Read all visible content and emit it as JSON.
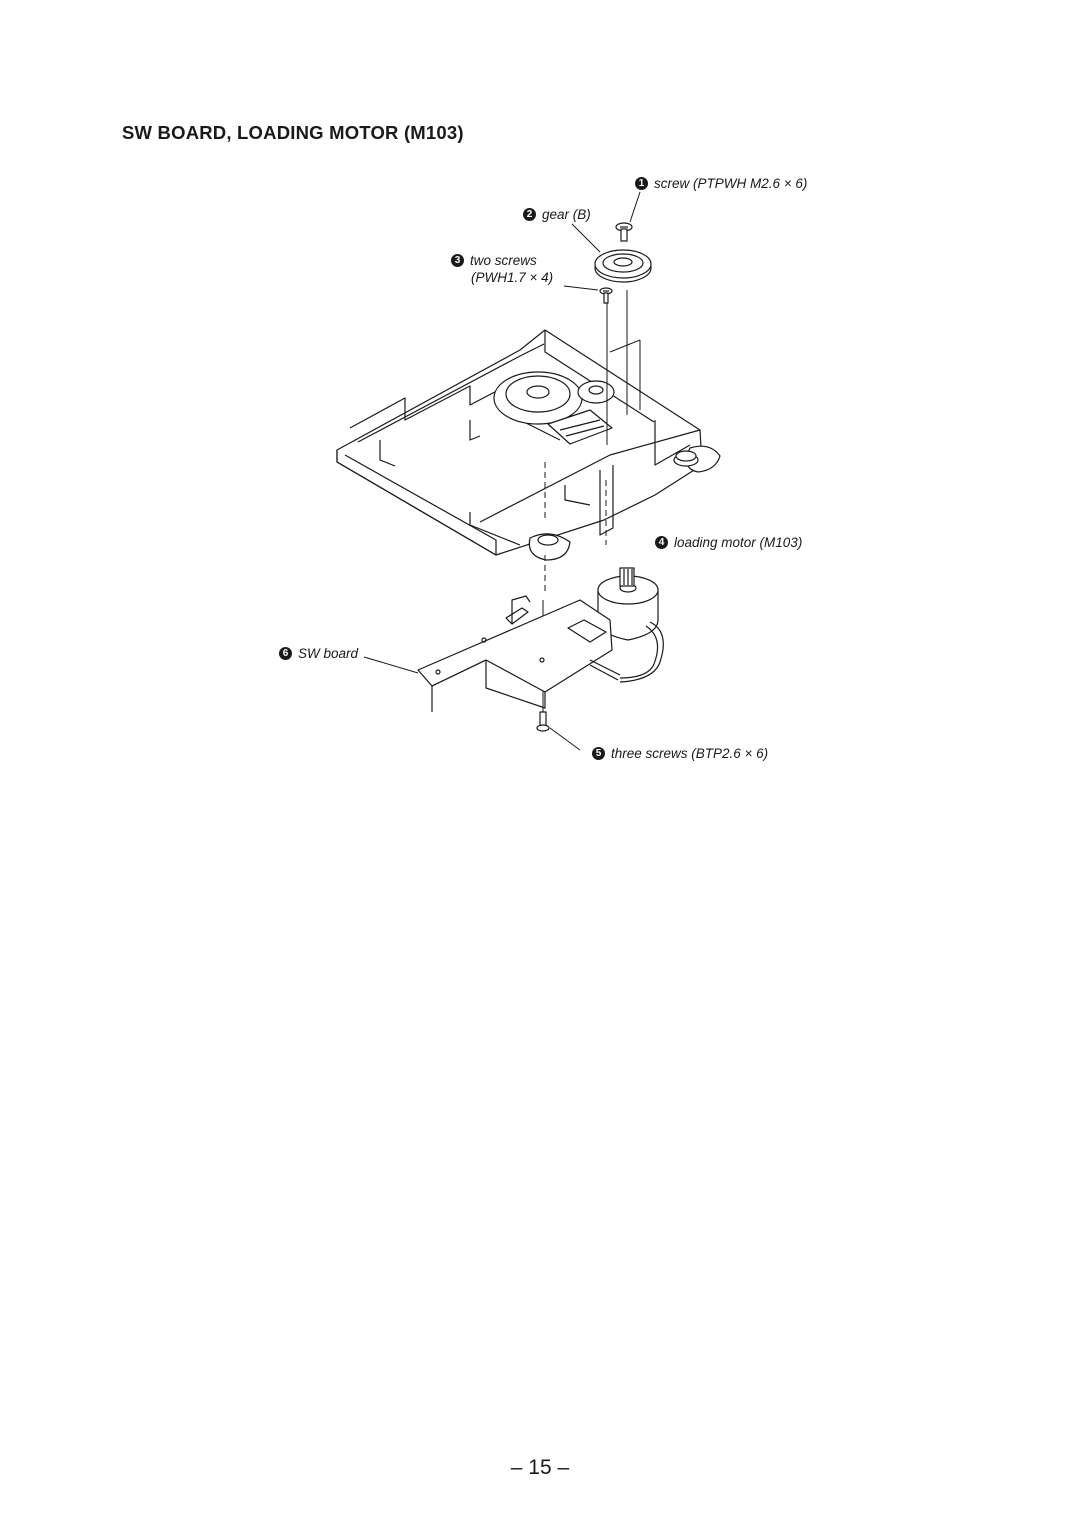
{
  "section_title": "SW  BOARD,  LOADING  MOTOR (M103)",
  "callouts": [
    {
      "num": "1",
      "text": "screw (PTPWH M2.6 × 6)"
    },
    {
      "num": "2",
      "text": "gear (B)"
    },
    {
      "num": "3",
      "text": "two screws",
      "text2": "(PWH1.7 × 4)"
    },
    {
      "num": "4",
      "text": "loading motor (M103)"
    },
    {
      "num": "5",
      "text": "three screws (BTP2.6 × 6)"
    },
    {
      "num": "6",
      "text": "SW board"
    }
  ],
  "page_number": "– 15 –"
}
